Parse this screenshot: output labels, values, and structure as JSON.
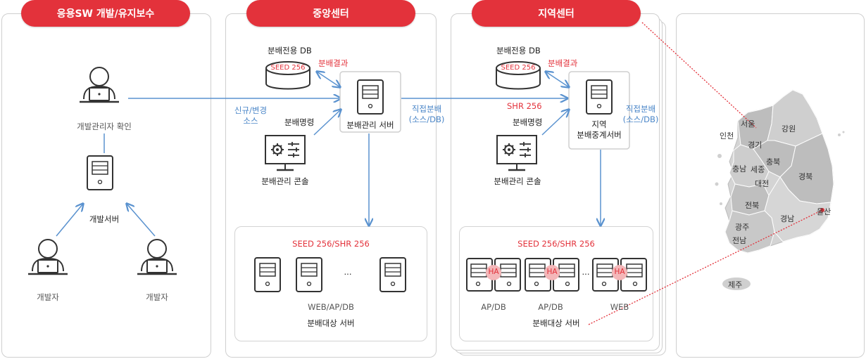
{
  "panels": {
    "dev_title": "응용SW 개발/유지보수",
    "central_title": "중앙센터",
    "regional_title": "지역센터"
  },
  "dev": {
    "admin_label": "개발관리자 확인",
    "server_label": "개발서버",
    "developer_left": "개발자",
    "developer_right": "개발자"
  },
  "central": {
    "db_label": "분배전용 DB",
    "db_cipher": "SEED 256",
    "result_label": "분배결과",
    "new_change_label": "신규/변경\n소스",
    "command_label": "분배명령",
    "console_label": "분배관리 콘솔",
    "server_label": "분배관리 서버",
    "direct_label": "직접분배\n(소스/DB)",
    "targets_cipher": "SEED 256/SHR 256",
    "targets_dots": "...",
    "targets_type": "WEB/AP/DB",
    "targets_label": "분배대상 서버"
  },
  "regional": {
    "db_label": "분배전용 DB",
    "db_cipher": "SEED 256",
    "result_label": "분배결과",
    "shr_label": "SHR 256",
    "command_label": "분배명령",
    "console_label": "분배관리 콘솔",
    "server_label": "지역\n분배중계서버",
    "direct_label": "직접분배\n(소스/DB)",
    "targets_cipher": "SEED 256/SHR 256",
    "ha": "HA",
    "targets_dots": "...",
    "type_ap1": "AP/DB",
    "type_ap2": "AP/DB",
    "type_web": "WEB",
    "targets_label": "분배대상 서버"
  },
  "map": {
    "regions": [
      "서울",
      "인천",
      "강원",
      "경기",
      "충북",
      "충남",
      "세종",
      "대전",
      "경북",
      "전북",
      "경남",
      "울산",
      "광주",
      "전남",
      "제주"
    ]
  },
  "colors": {
    "accent": "#e3323b",
    "arrow": "#5a92cf",
    "panel_border": "#cfcfcf"
  }
}
